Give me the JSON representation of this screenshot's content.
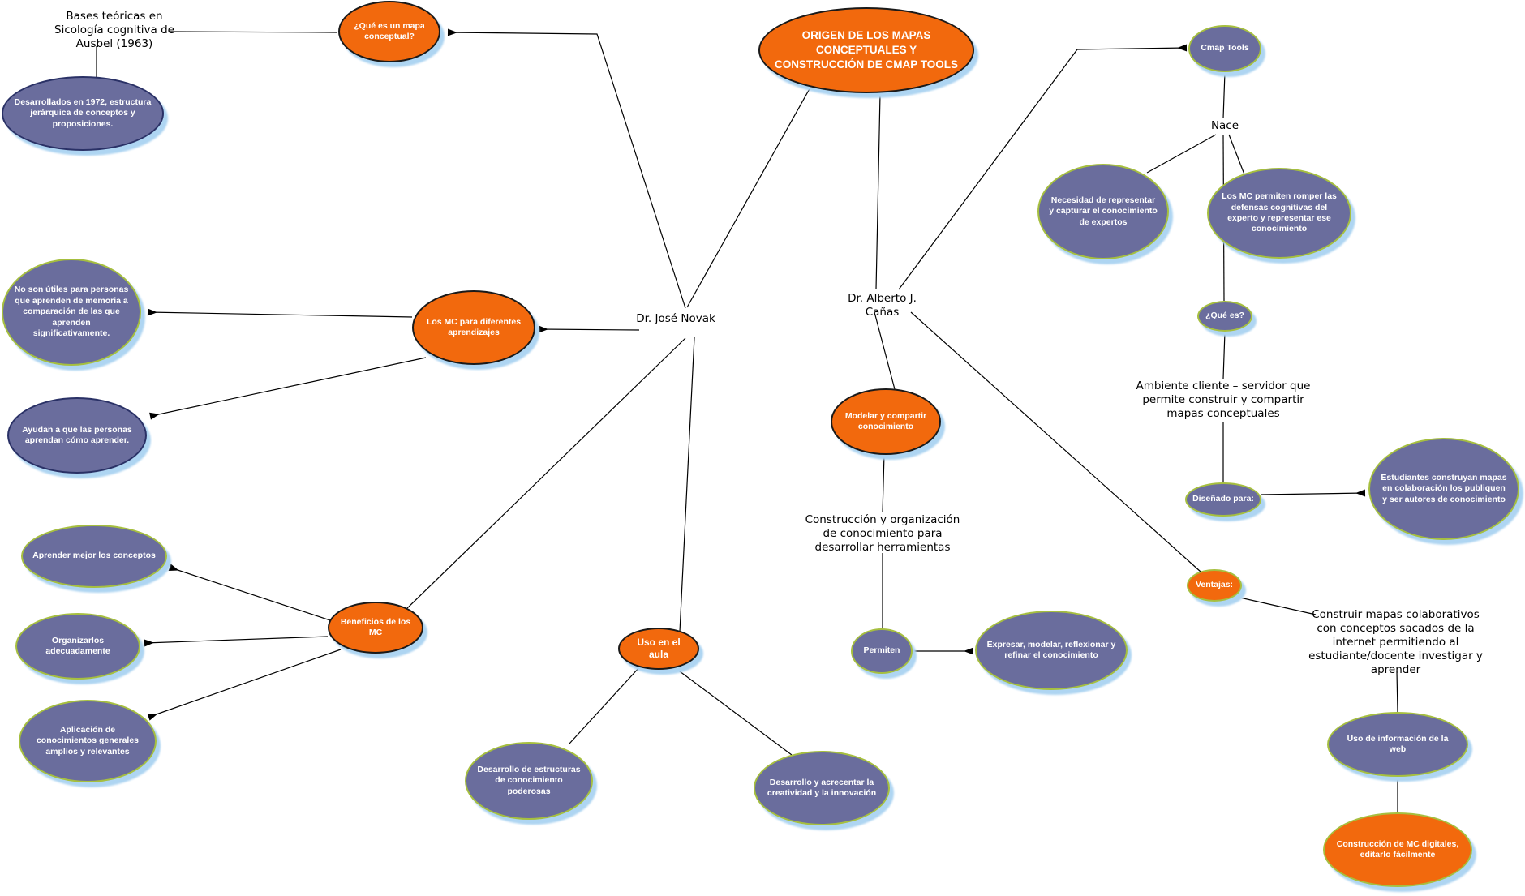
{
  "diagram_title": "ORIGEN DE LOS MAPAS CONCEPTUALES Y CONSTRUCCIÓN DE CMAP TOOLS",
  "colors": {
    "node_orange": "#f2690d",
    "node_purple": "#6a6d9d",
    "shadow_blue": "#aed5f2",
    "border_green": "#a6bf3f",
    "border_dark": "#1a1a1a",
    "line_black": "#000000"
  },
  "nodes": {
    "title": {
      "label": "ORIGEN DE LOS MAPAS CONCEPTUALES Y CONSTRUCCIÓN DE CMAP TOOLS"
    },
    "que_es_mapa": {
      "label": "¿Qué es un mapa conceptual?"
    },
    "mc_aprendizajes": {
      "label": "Los MC para diferentes aprendizajes"
    },
    "beneficios": {
      "label": "Beneficios de los MC"
    },
    "uso_aula": {
      "label": "Uso en el aula"
    },
    "modelar": {
      "label": "Modelar y compartir conocimiento"
    },
    "ventajas": {
      "label": "Ventajas:"
    },
    "construccion_mc": {
      "label": "Construcción de MC digitales, editarlo fácilmente"
    },
    "desarrollados": {
      "label": "Desarrollados en 1972, estructura jerárquica de conceptos y proposiciones."
    },
    "no_son_utiles": {
      "label": "No son útiles para personas que aprenden de memoria a comparación de las que aprenden significativamente."
    },
    "ayudan": {
      "label": "Ayudan a que las personas aprendan cómo aprender."
    },
    "aprender_mejor": {
      "label": "Aprender mejor los conceptos"
    },
    "organizarlos": {
      "label": "Organizarlos adecuadamente"
    },
    "aplicacion": {
      "label": "Aplicación de conocimientos generales amplios y relevantes"
    },
    "desarrollo_estructuras": {
      "label": "Desarrollo de estructuras de conocimiento poderosas"
    },
    "desarrollo_creatividad": {
      "label": "Desarrollo y acrecentar la creatividad y la innovación"
    },
    "permiten": {
      "label": "Permiten"
    },
    "expresar": {
      "label": "Expresar, modelar, reflexionar y refinar el conocimiento"
    },
    "cmap_tools": {
      "label": "Cmap Tools"
    },
    "necesidad": {
      "label": "Necesidad de representar y capturar el conocimiento de expertos"
    },
    "mc_permiten": {
      "label": "Los MC permiten romper las defensas cognitivas del experto y representar ese conocimiento"
    },
    "que_es": {
      "label": "¿Qué es?"
    },
    "disenado_para": {
      "label": "Diseñado para:"
    },
    "estudiantes": {
      "label": "Estudiantes construyan mapas en colaboración los publiquen y ser autores de conocimiento"
    },
    "uso_informacion": {
      "label": "Uso de información de la web"
    }
  },
  "labels": {
    "bases": "Bases teóricas en Sicología cognitiva de Ausbel (1963)",
    "novak": "Dr. José Novak",
    "canas": "Dr. Alberto J. Cañas",
    "nace": "Nace",
    "ambiente": "Ambiente cliente – servidor que permite construir y compartir mapas conceptuales",
    "construccion_org": "Construcción y organización de conocimiento para desarrollar herramientas",
    "construir_mapas": "Construir mapas colaborativos con conceptos sacados de la internet permitiendo al estudiante/docente investigar y aprender"
  }
}
